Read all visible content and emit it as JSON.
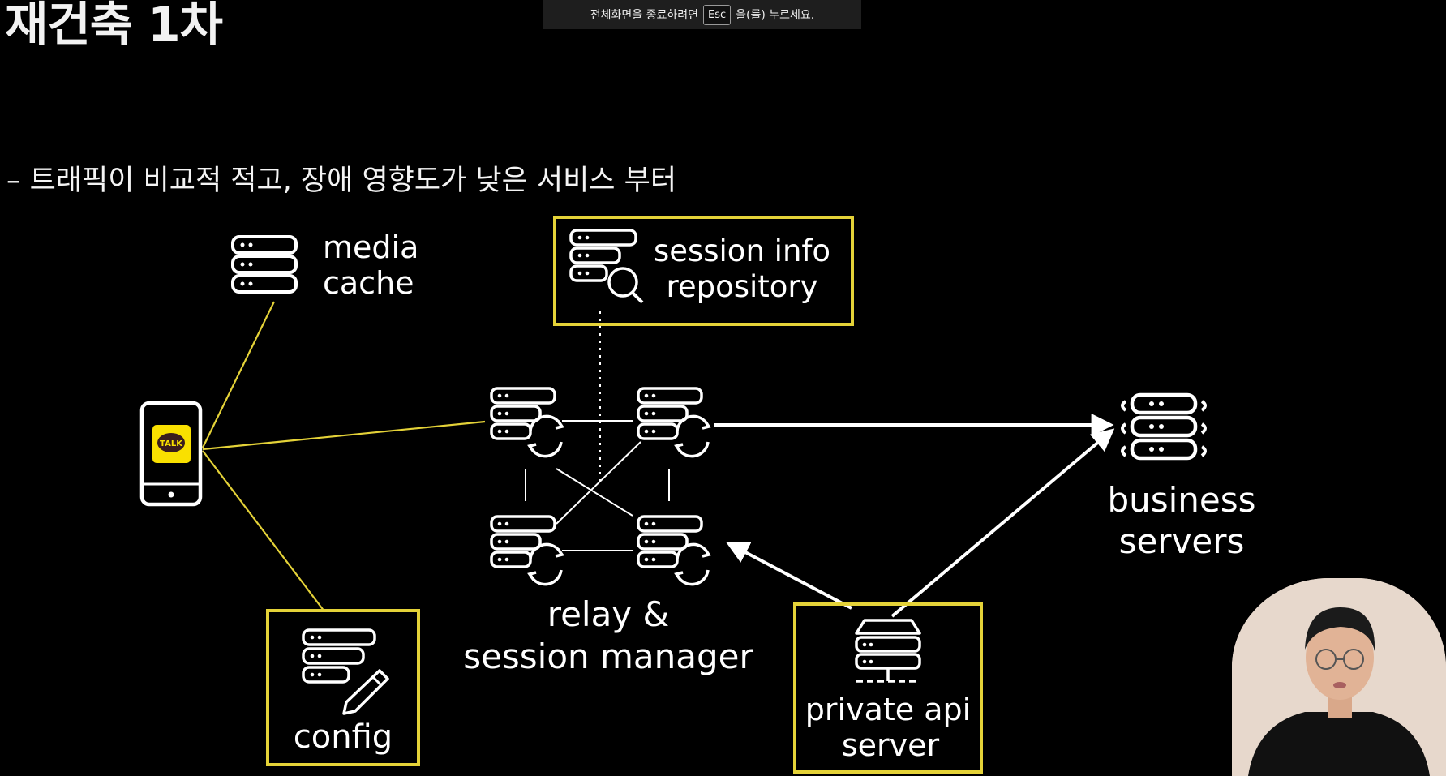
{
  "slide": {
    "title": "재건축 1차",
    "subtitle": "–  트래픽이 비교적 적고, 장애 영향도가 낮은 서비스 부터"
  },
  "fullscreen_banner": {
    "text_before": "전체화면을 종료하려면",
    "key": "Esc",
    "text_after": "을(를) 누르세요."
  },
  "diagram": {
    "accent_color": "#e4d238",
    "nodes": {
      "media_cache": {
        "line1": "media",
        "line2": "cache",
        "icon": "server-stack-icon"
      },
      "session_repo": {
        "line1": "session  info",
        "line2": "repository",
        "icon": "server-search-icon"
      },
      "phone": {
        "badge": "TALK",
        "icon": "kakaotalk-phone-icon"
      },
      "relay": {
        "line1": "relay &",
        "line2": "session manager",
        "icon": "server-sync-icon"
      },
      "business": {
        "line1": "business",
        "line2": "servers",
        "icon": "server-cluster-icon"
      },
      "config": {
        "label": "config",
        "icon": "server-edit-icon"
      },
      "private_api": {
        "line1": "private api",
        "line2": "server",
        "icon": "network-server-icon"
      }
    }
  },
  "colors": {
    "background": "#000000",
    "foreground": "#ffffff",
    "highlight_box": "#e4d238",
    "phone_badge": "#f9e000"
  }
}
